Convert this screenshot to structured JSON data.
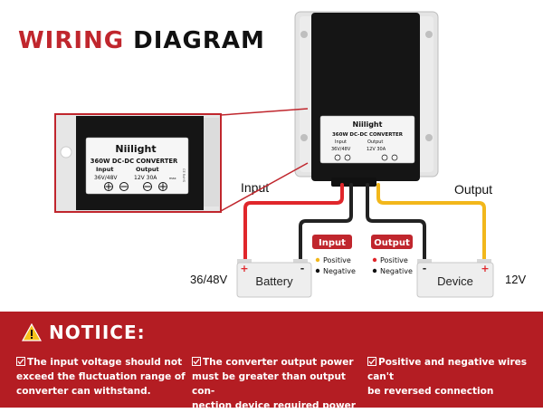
{
  "header": {
    "title_red": "WIRING",
    "title_black": "DIAGRAM"
  },
  "converter": {
    "brand": "Niilight",
    "model": "360W DC-DC CONVERTER",
    "input_label": "Input",
    "output_label": "Output",
    "input_spec": "36V/48V",
    "output_spec": "12V 30A",
    "output_spec_suffix": "max",
    "side_marks": "CE RoHS"
  },
  "wiring": {
    "input_label": "Input",
    "output_label": "Output",
    "battery_label": "Battery",
    "device_label": "Device",
    "battery_voltage": "36/48V",
    "device_voltage": "12V",
    "plus": "+",
    "minus": "-"
  },
  "legend": {
    "input_badge": "Input",
    "output_badge": "Output",
    "input_positive": "Positive",
    "input_negative": "Negative",
    "output_positive": "Positive",
    "output_negative": "Negative"
  },
  "notice": {
    "title": "NOTIICE:",
    "items": [
      {
        "line1": "The input voltage should not",
        "line2": "exceed the fluctuation range of",
        "line3": "converter can withstand."
      },
      {
        "line1": "The converter output power",
        "line2": "must be greater than output con-",
        "line3": "nection device required power"
      },
      {
        "line1": "Positive and negative wires can't",
        "line2": "be reversed connection"
      }
    ]
  },
  "colors": {
    "brand_red": "#c0262d",
    "notice_bg": "#b41d23",
    "wire_red": "#e0262b",
    "wire_yellow": "#f2b71b",
    "wire_black": "#222222",
    "converter_body": "#151515",
    "housing": "#e4e4e4"
  },
  "icons": [
    "warning-icon",
    "checkbox-icon",
    "mounting-hole-icon",
    "terminal-screw-icon"
  ]
}
